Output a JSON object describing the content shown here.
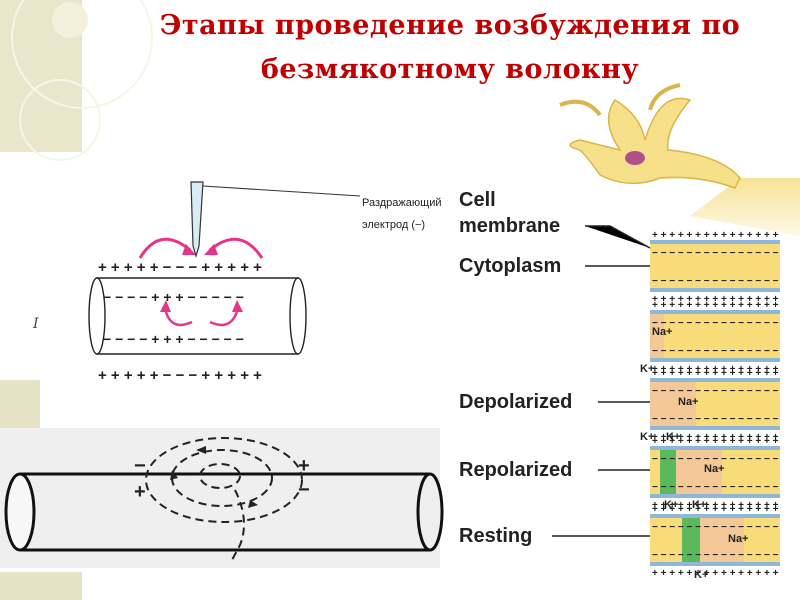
{
  "title": {
    "line1": "Этапы проведение возбуждения по",
    "line2": "безмякотному волокну"
  },
  "left_fig": {
    "electrode_label_1": "Раздражающий",
    "electrode_label_2": "электрод  (−)",
    "figure_mark": "I",
    "top_charges": "+ + + + + − − − + + + + +",
    "inner_top": "− − − − + + + − − − − −",
    "inner_bottom": "− − − − + + + − − − − −",
    "bottom_charges": "+ + + + + − − − + + + + +",
    "minus_left": "−",
    "plus_left": "+",
    "plus_right": "+",
    "minus_right": "−"
  },
  "right_fig": {
    "cell_membrane_1": "Cell",
    "cell_membrane_2": "membrane",
    "cytoplasm": "Cytoplasm",
    "depolarized": "Depolarized",
    "repolarized": "Repolarized",
    "resting": "Resting",
    "na": "Na+",
    "k": "K+",
    "plus_row": "+  +  +  +  +  +  +  +  +  +  +  +  +  +  +",
    "minus_row": "−  −  −  −  −  −  −  −  −  −  −  −  −  −  −"
  },
  "colors": {
    "title": "#c00000",
    "arrows": "#e8338a",
    "cytoplasm": "#f8dc7a",
    "membrane": "#8fb7d9",
    "depolarized_zone": "#f4c896",
    "repolarized_zone": "#5cb85c",
    "neuron": "#f7e08a"
  }
}
